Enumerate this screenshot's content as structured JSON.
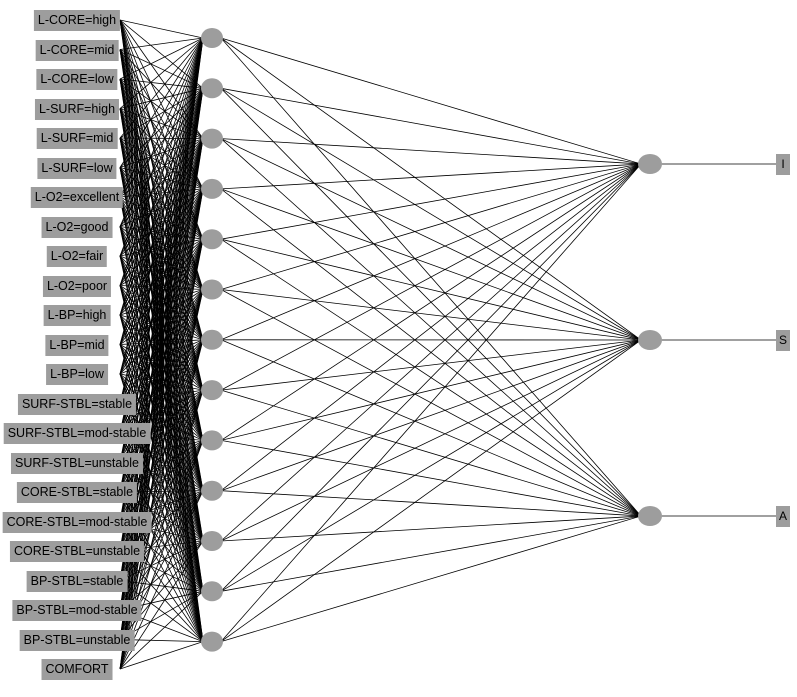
{
  "network": {
    "input_nodes": [
      "L-CORE=high",
      "L-CORE=mid",
      "L-CORE=low",
      "L-SURF=high",
      "L-SURF=mid",
      "L-SURF=low",
      "L-O2=excellent",
      "L-O2=good",
      "L-O2=fair",
      "L-O2=poor",
      "L-BP=high",
      "L-BP=mid",
      "L-BP=low",
      "SURF-STBL=stable",
      "SURF-STBL=mod-stable",
      "SURF-STBL=unstable",
      "CORE-STBL=stable",
      "CORE-STBL=mod-stable",
      "CORE-STBL=unstable",
      "BP-STBL=stable",
      "BP-STBL=mod-stable",
      "BP-STBL=unstable",
      "COMFORT"
    ],
    "hidden_node_count": 13,
    "output_nodes": [
      "I",
      "S",
      "A"
    ],
    "colors": {
      "node_fill": "#9d9d9d",
      "edge": "#000000",
      "label_bg": "#9d9d9d",
      "background": "#ffffff"
    }
  }
}
